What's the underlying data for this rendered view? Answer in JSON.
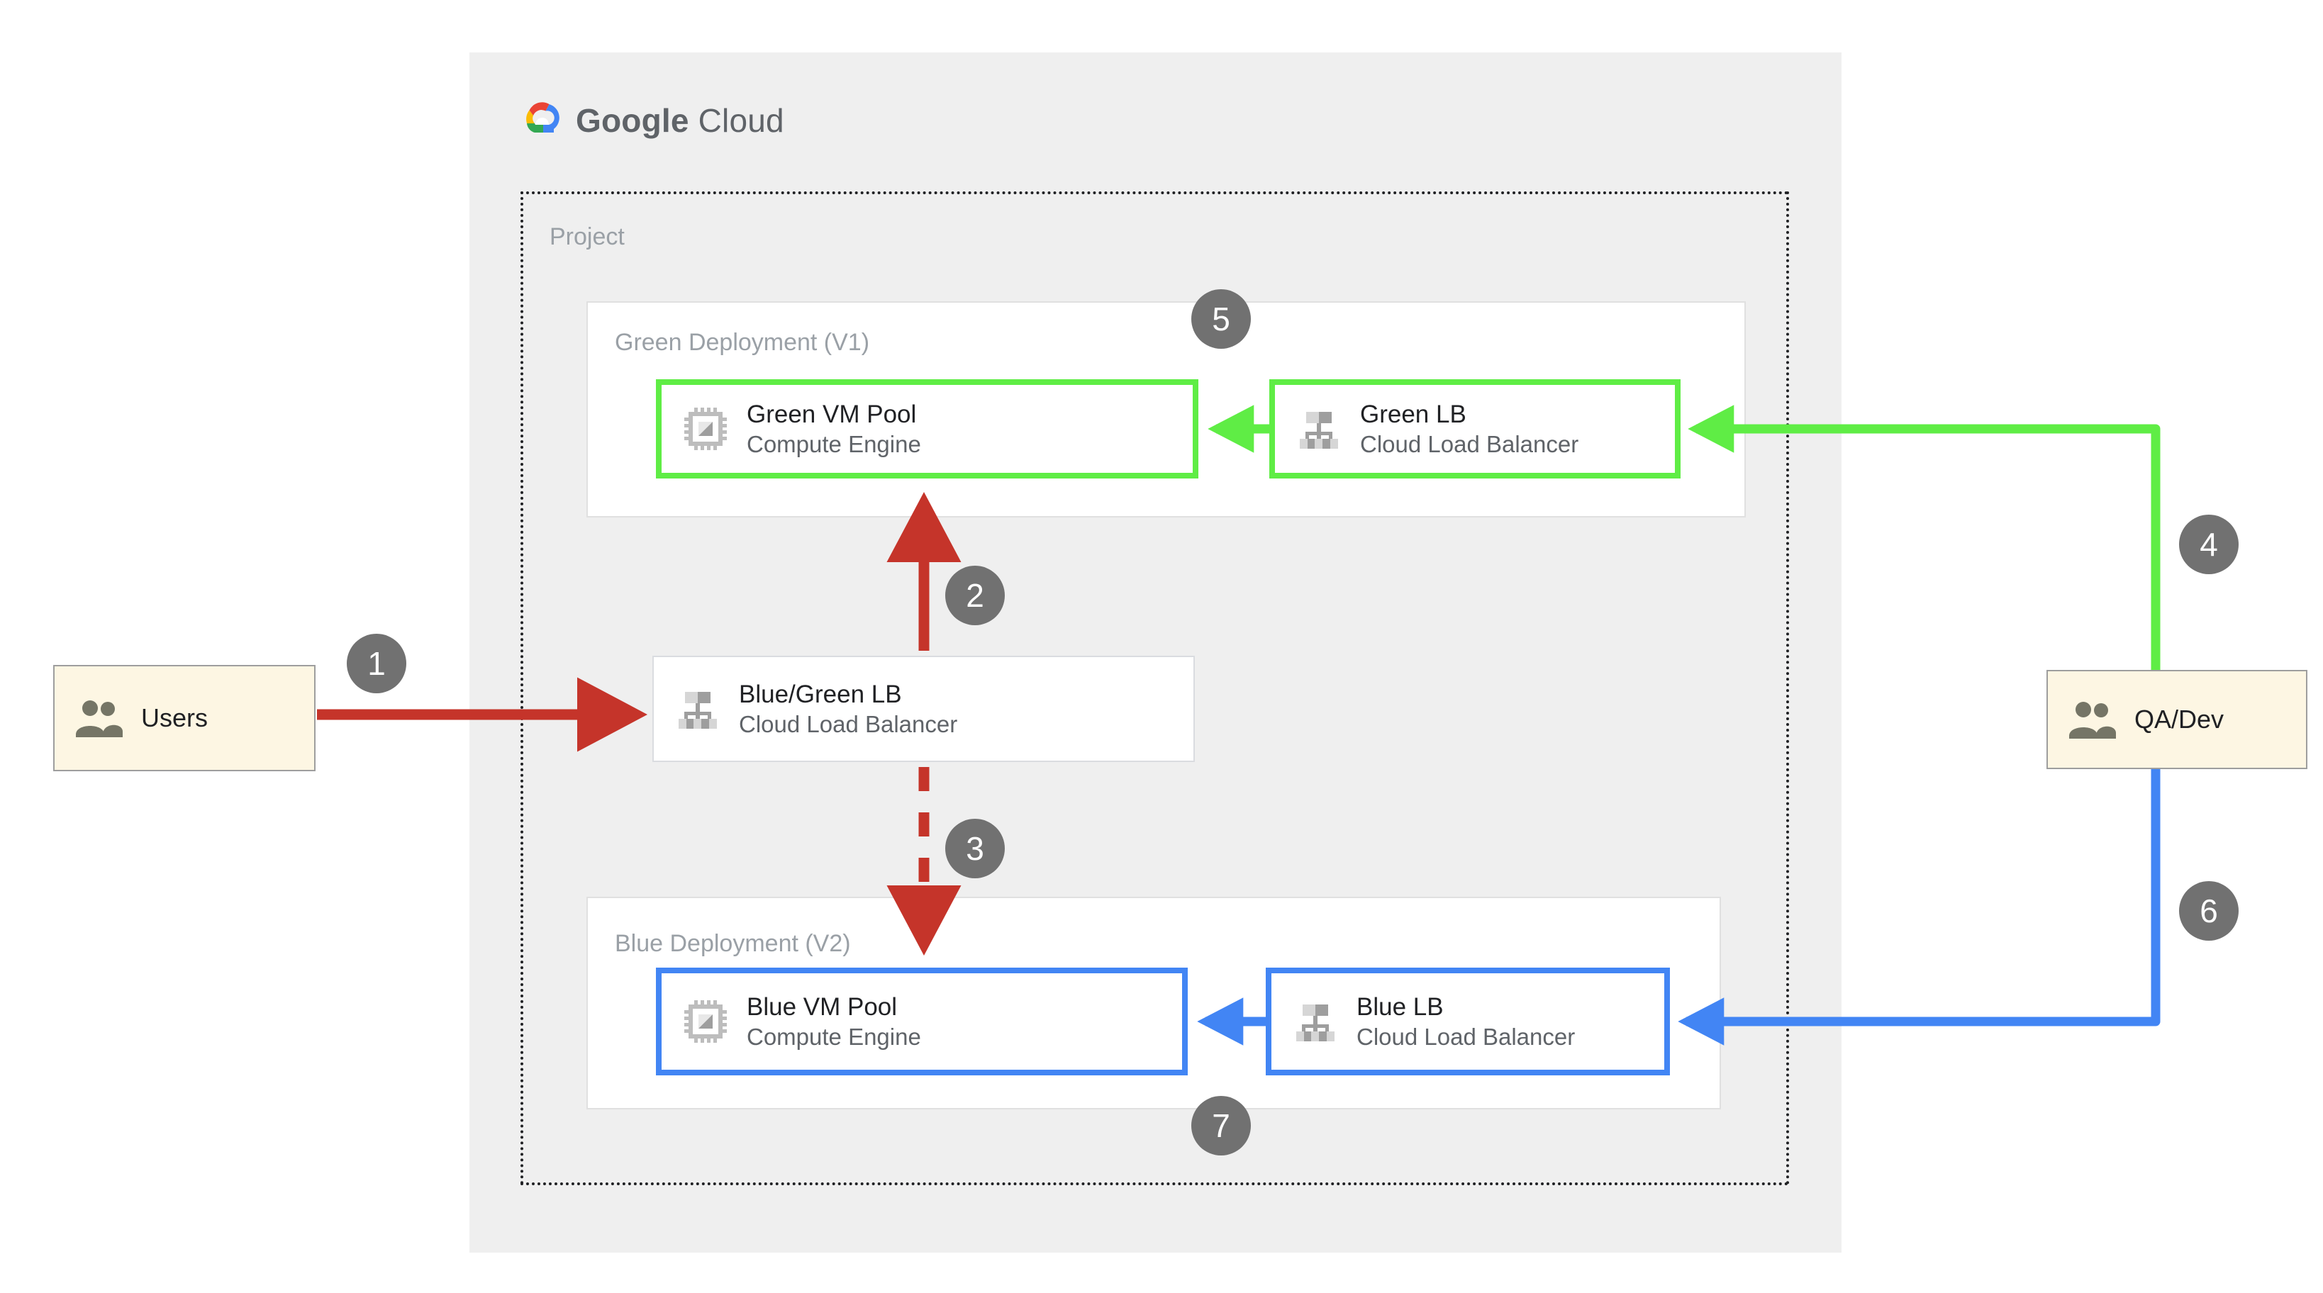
{
  "cloud": {
    "brand_primary": "Google",
    "brand_secondary": " Cloud",
    "logo_icon": "google-cloud-logo-icon",
    "project_label": "Project"
  },
  "groups": {
    "green": {
      "label": "Green Deployment (V1)",
      "accent": "#5fed45"
    },
    "blue": {
      "label": "Blue Deployment (V2)",
      "accent": "#4285f4"
    }
  },
  "nodes": {
    "green_vm": {
      "title": "Green VM Pool",
      "subtitle": "Compute Engine",
      "icon": "compute-engine-icon"
    },
    "green_lb": {
      "title": "Green LB",
      "subtitle": "Cloud Load Balancer",
      "icon": "cloud-load-balancer-icon"
    },
    "bg_lb": {
      "title": "Blue/Green LB",
      "subtitle": "Cloud Load Balancer",
      "icon": "cloud-load-balancer-icon"
    },
    "blue_vm": {
      "title": "Blue VM Pool",
      "subtitle": "Compute Engine",
      "icon": "compute-engine-icon"
    },
    "blue_lb": {
      "title": "Blue LB",
      "subtitle": "Cloud Load Balancer",
      "icon": "cloud-load-balancer-icon"
    }
  },
  "actors": {
    "users": {
      "label": "Users",
      "icon": "people-icon",
      "fill": "#fdf6e3"
    },
    "qadev": {
      "label": "QA/Dev",
      "icon": "people-icon",
      "fill": "#fdf6e3"
    }
  },
  "steps": [
    {
      "n": "1",
      "desc": "users-to-blue-green-lb"
    },
    {
      "n": "2",
      "desc": "blue-green-lb-to-green-vm-pool"
    },
    {
      "n": "3",
      "desc": "blue-green-lb-to-blue-vm-pool"
    },
    {
      "n": "4",
      "desc": "qa-dev-to-green-lb"
    },
    {
      "n": "5",
      "desc": "green-deployment-marker"
    },
    {
      "n": "6",
      "desc": "qa-dev-to-blue-lb"
    },
    {
      "n": "7",
      "desc": "blue-deployment-marker"
    }
  ],
  "colors": {
    "red_flow": "#c5342a",
    "green_flow": "#5fed45",
    "blue_flow": "#4285f4",
    "badge_gray": "#717171",
    "panel_gray": "#efefef",
    "muted_text": "#9aa0a6"
  },
  "flows": [
    {
      "name": "users-to-lb",
      "color": "#c5342a",
      "style": "solid",
      "from": "Users",
      "to": "Blue/Green LB"
    },
    {
      "name": "lb-to-green-vm",
      "color": "#c5342a",
      "style": "solid",
      "from": "Blue/Green LB",
      "to": "Green VM Pool"
    },
    {
      "name": "lb-to-blue-vm",
      "color": "#c5342a",
      "style": "dashed",
      "from": "Blue/Green LB",
      "to": "Blue VM Pool"
    },
    {
      "name": "qadev-to-green-lb",
      "color": "#5fed45",
      "style": "solid",
      "from": "QA/Dev",
      "to": "Green LB"
    },
    {
      "name": "green-lb-to-vm",
      "color": "#5fed45",
      "style": "solid",
      "from": "Green LB",
      "to": "Green VM Pool"
    },
    {
      "name": "qadev-to-blue-lb",
      "color": "#4285f4",
      "style": "solid",
      "from": "QA/Dev",
      "to": "Blue LB"
    },
    {
      "name": "blue-lb-to-vm",
      "color": "#4285f4",
      "style": "solid",
      "from": "Blue LB",
      "to": "Blue VM Pool"
    }
  ]
}
